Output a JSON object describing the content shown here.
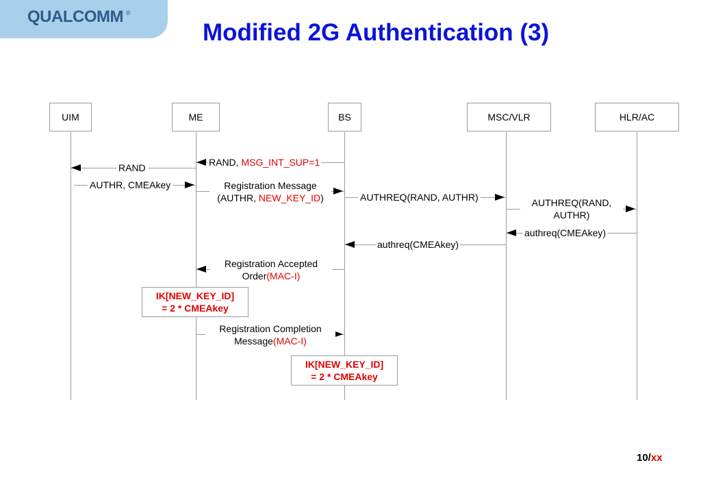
{
  "logo": {
    "text": "QUALCOMM",
    "reg": "®"
  },
  "title": "Modified 2G Authentication (3)",
  "entities": {
    "uim": "UIM",
    "me": "ME",
    "bs": "BS",
    "msc": "MSC/VLR",
    "hlr": "HLR/AC"
  },
  "messages": {
    "m1_part1": "RAND, ",
    "m1_part2": "MSG_INT_SUP=1",
    "m2": "RAND",
    "m3": "AUTHR, CMEAkey",
    "m4_line1": "Registration Message",
    "m4_line2a": "(AUTHR, ",
    "m4_line2b": "NEW_KEY_ID",
    "m4_line2c": ")",
    "m5": "AUTHREQ(RAND, AUTHR)",
    "m6_line1": "AUTHREQ(RAND,",
    "m6_line2": "AUTHR)",
    "m7": "authreq(CMEAkey)",
    "m8": "authreq(CMEAkey)",
    "m9_line1": "Registration Accepted",
    "m9_line2a": "Order",
    "m9_line2b": "(MAC-I)",
    "m10_line1": "Registration Completion",
    "m10_line2a": "Message",
    "m10_line2b": "(MAC-I)"
  },
  "notes": {
    "me_line1": "IK[NEW_KEY_ID]",
    "me_line2": "= 2 * CMEAkey",
    "bs_line1": "IK[NEW_KEY_ID]",
    "bs_line2": "= 2 * CMEAkey"
  },
  "page": {
    "current": "10/",
    "total": "xx"
  }
}
